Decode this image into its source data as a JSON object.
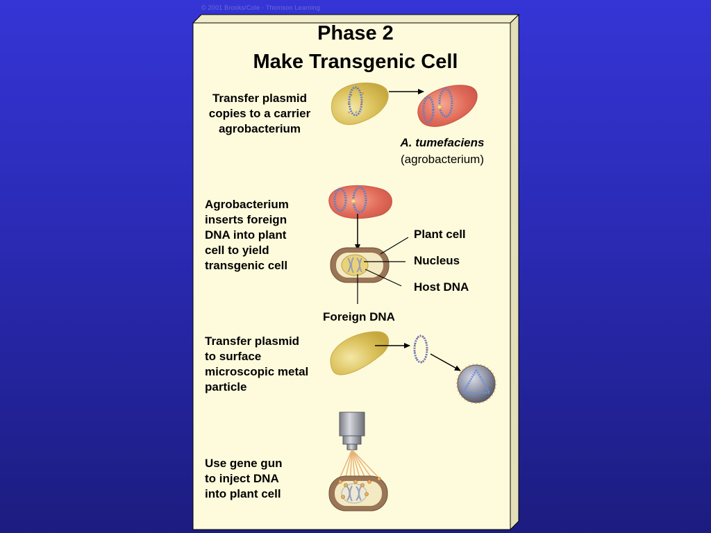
{
  "copyright": "© 2001 Brooks/Cole - Thomson Learning",
  "title": {
    "line1": "Phase 2",
    "line2": "Make Transgenic Cell"
  },
  "steps": [
    {
      "lines": [
        "Transfer plasmid",
        "copies to a carrier",
        "agrobacterium"
      ]
    },
    {
      "lines": [
        "Agrobacterium",
        "inserts foreign",
        "DNA into plant",
        "cell to yield",
        "transgenic cell"
      ]
    },
    {
      "lines": [
        "Transfer plasmid",
        "to surface",
        "microscopic metal",
        "particle"
      ]
    },
    {
      "lines": [
        "Use gene gun",
        "to inject DNA",
        "into plant cell"
      ]
    }
  ],
  "labels": {
    "species": "A. tumefaciens",
    "species_common": "(agrobacterium)",
    "plant_cell": "Plant cell",
    "nucleus": "Nucleus",
    "host_dna": "Host DNA",
    "foreign_dna": "Foreign DNA"
  },
  "colors": {
    "panel": "#fefbdc",
    "panel_edge": "#e3dfb8",
    "carrier_bacterium": "#d8be52",
    "agrobacterium": "#e06a58",
    "cell_wall": "#8c6a4e",
    "plasmid_blue": "#5c7fc9",
    "plasmid_red": "#e0503a"
  }
}
